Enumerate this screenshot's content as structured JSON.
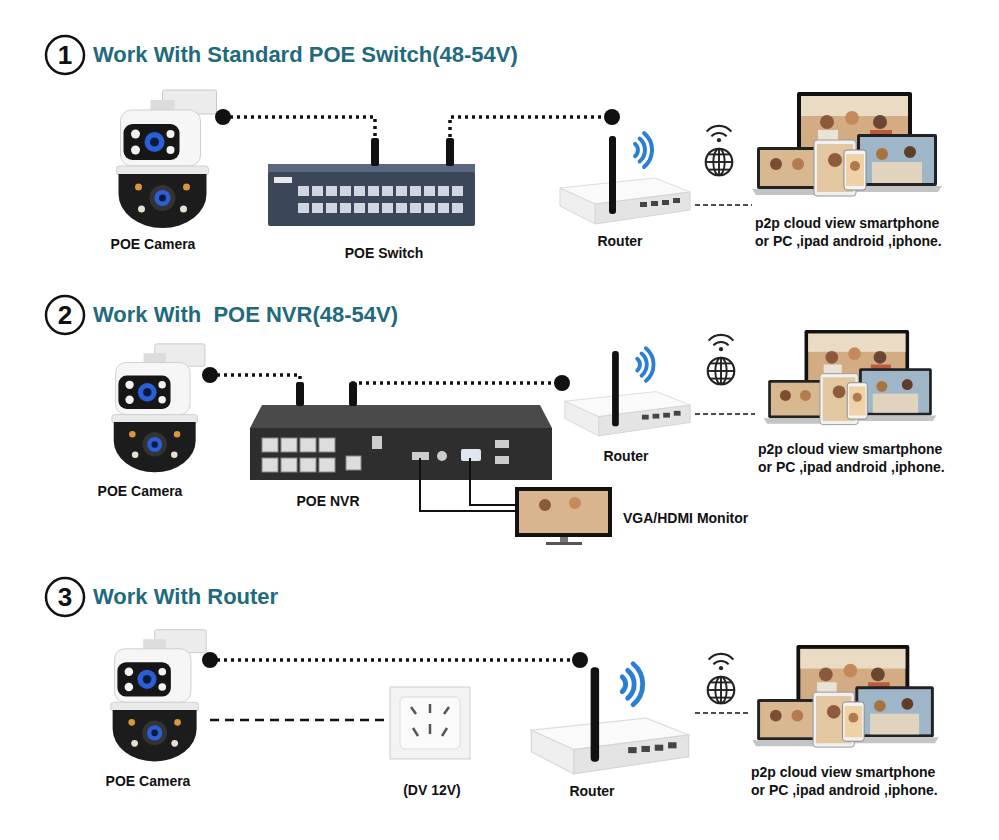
{
  "diagram": {
    "nodes": [
      {
        "text": [
          "POE Camera"
        ]
      },
      {
        "text": [
          "POE Switch"
        ]
      },
      {
        "text": [
          "Router"
        ]
      },
      {
        "text": [
          "p2p cloud view smartphone or PC ,ipad android ,iphone."
        ]
      },
      {
        "text": [
          "POE Camera"
        ]
      },
      {
        "text": [
          "POE NVR"
        ]
      },
      {
        "text": [
          "Router"
        ]
      },
      {
        "text": [
          "p2p cloud view smartphone or PC ,ipad android ,iphone."
        ]
      },
      {
        "text": [
          "VGA/HDMI Monitor"
        ]
      },
      {
        "text": [
          "POE Camera"
        ]
      },
      {
        "text": [
          "(DV 12V)"
        ]
      },
      {
        "text": [
          "Router"
        ]
      },
      {
        "text": [
          "p2p cloud view smartphone or PC ,ipad android ,iphone."
        ]
      }
    ],
    "edges": [
      {
        "from": 0,
        "to": 1,
        "arrow": "none"
      },
      {
        "from": 1,
        "to": 2,
        "arrow": "none"
      },
      {
        "from": 2,
        "to": 3,
        "arrow": "none"
      },
      {
        "from": 4,
        "to": 5,
        "arrow": "none"
      },
      {
        "from": 5,
        "to": 6,
        "arrow": "none"
      },
      {
        "from": 5,
        "to": 8,
        "arrow": "none"
      },
      {
        "from": 6,
        "to": 7,
        "arrow": "none"
      },
      {
        "from": 9,
        "to": 11,
        "arrow": "none"
      },
      {
        "from": 9,
        "to": 10,
        "arrow": "none"
      },
      {
        "from": 11,
        "to": 12,
        "arrow": "none"
      }
    ],
    "labels": [
      "1",
      "Work With Standard POE Switch(48-54V)",
      "2",
      "Work With  POE NVR(48-54V)",
      "3",
      "Work With Router"
    ]
  }
}
